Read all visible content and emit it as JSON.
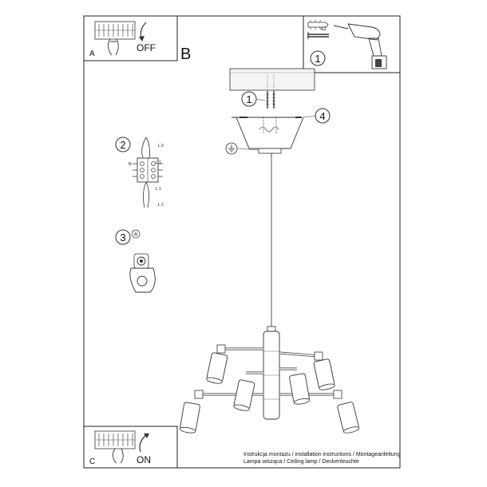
{
  "panels": {
    "a_label": "A",
    "a_state": "OFF",
    "b_label": "B",
    "c_label": "C",
    "c_state": "ON"
  },
  "steps": {
    "drill_step": "1",
    "screws_step": "1",
    "wiring_step": "2",
    "ground_step": "3",
    "canopy_step": "4",
    "screw_qty": "x2"
  },
  "terminal_labels": {
    "l2_top": "L 2",
    "l1_top": "L 1",
    "n": "N",
    "l1_bottom": "L 1",
    "l2_bottom": "L 2"
  },
  "footer": {
    "line1": "Instrukcja montażu / installation instructions / Montageanleitung",
    "line2": "Lampa wisząca / Ceiling lamp / Deckenleuchte"
  }
}
